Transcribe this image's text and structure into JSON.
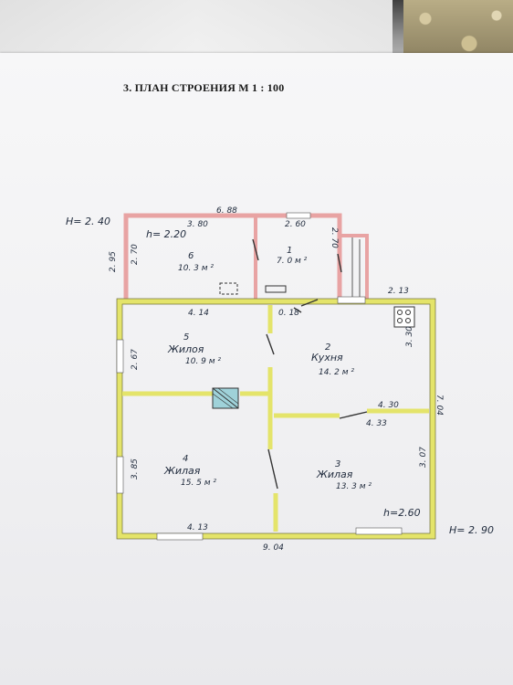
{
  "title": "3. ПЛАН СТРОЕНИЯ М 1 : 100",
  "heights": {
    "left_annex": "H= 2. 40",
    "main_house": "H= 2. 90",
    "room6_inner": "h= 2.20",
    "room3_inner": "h=2.60"
  },
  "dimensions": {
    "annex_top_total": "6. 88",
    "room6_width": "3. 80",
    "room1_width": "2. 60",
    "annex_left_outer": "2. 95",
    "annex_left_inner": "2. 70",
    "room1_right": "2. 70",
    "corridor_right": "2. 13",
    "room5_width": "4. 14",
    "partition_small": "0. 18",
    "room5_height": "2. 67",
    "room4_height": "3. 85",
    "room4_width": "4. 13",
    "house_bottom_total": "9. 04",
    "kitchen_height": "3. 30",
    "right_total": "7. 04",
    "room3_height": "3. 07",
    "kitchen_inner_width": "4. 30",
    "room3_inner_width": "4. 33"
  },
  "rooms": [
    {
      "number": "6",
      "name": "",
      "area": "10. 3 м ²"
    },
    {
      "number": "1",
      "name": "",
      "area": "7. 0 м ²"
    },
    {
      "number": "5",
      "name": "Жилоя",
      "area": "10. 9 м ²"
    },
    {
      "number": "2",
      "name": "Кухня",
      "area": "14. 2 м ²"
    },
    {
      "number": "4",
      "name": "Жилая",
      "area": "15. 5 м ²"
    },
    {
      "number": "3",
      "name": "Жилая",
      "area": "13. 3 м ²"
    }
  ],
  "colors": {
    "annex_wall": "#e8a3a3",
    "house_wall": "#e4e46a",
    "partition": "#e4e46a",
    "window": "#ffffff",
    "ink": "#1f2a3c",
    "stove": "#9fd2d9"
  }
}
